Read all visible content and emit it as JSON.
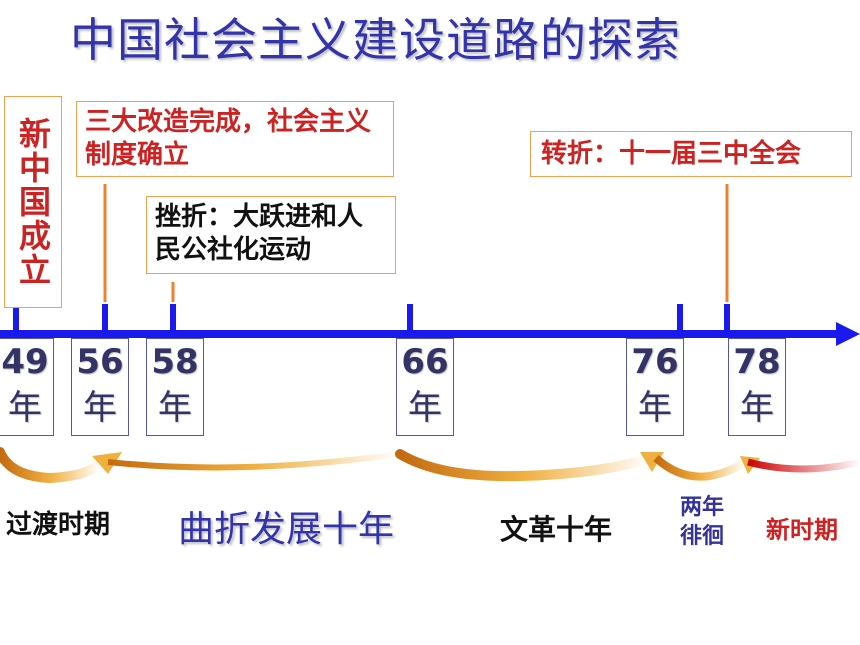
{
  "title": "中国社会主义建设道路的探索",
  "boxes": {
    "new_china": "新中国成立",
    "transform": "三大改造完成，社会主义制度确立",
    "setback": "挫折：大跃进和人民公社化运动",
    "turn": "转折：十一届三中全会"
  },
  "years": [
    {
      "num": "49",
      "unit": "年"
    },
    {
      "num": "56",
      "unit": "年"
    },
    {
      "num": "58",
      "unit": "年"
    },
    {
      "num": "66",
      "unit": "年"
    },
    {
      "num": "76",
      "unit": "年"
    },
    {
      "num": "78",
      "unit": "年"
    }
  ],
  "periods": {
    "transition": "过渡时期",
    "tortuous": "曲折发展十年",
    "cultural_revolution": "文革十年",
    "two_years": "两年徘徊",
    "new_era": "新时期"
  },
  "colors": {
    "axis": "#1a1aee",
    "accent_orange": "#f08030",
    "red_text": "#cc2222",
    "title_blue": "#3333aa"
  }
}
